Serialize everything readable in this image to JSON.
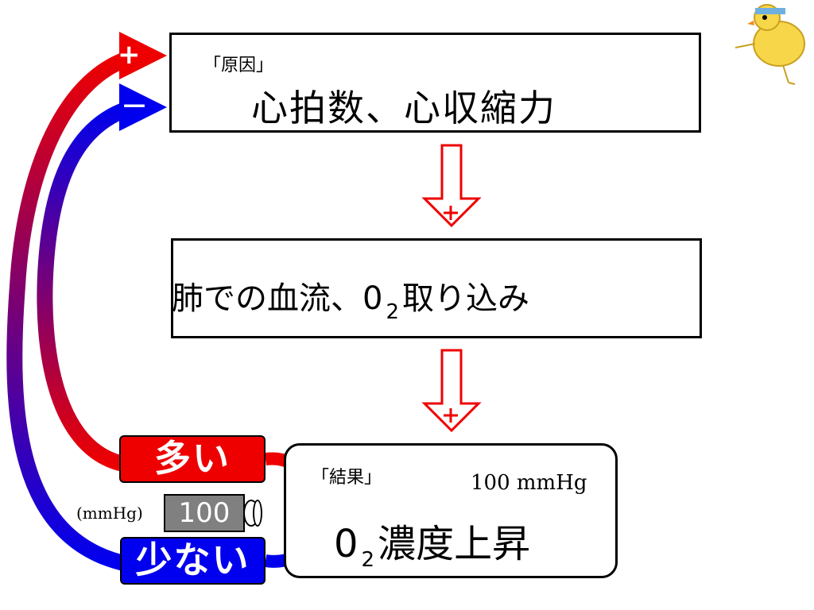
{
  "cause": {
    "label": "「原因」",
    "text": "心拍数、心収縮力"
  },
  "lung": {
    "text_before": "肺での血流、0",
    "subscript": "2",
    "text_after": "取り込み"
  },
  "result": {
    "label": "「結果」",
    "value_text": "100 mmHg",
    "text_before": "0",
    "subscript": "2",
    "text_after": "濃度上昇"
  },
  "signs": {
    "plus": "+",
    "minus": "－"
  },
  "pills": {
    "more": "多い",
    "less": "少ない"
  },
  "gauge": {
    "unit": "(mmHg)",
    "value": "100"
  },
  "colors": {
    "red": "#ee0000",
    "blue": "#0000ee",
    "gauge_gray": "#808080"
  },
  "icons": {
    "chick": "chick-doodle-icon",
    "down_arrow": "down-arrow-plus-icon"
  }
}
